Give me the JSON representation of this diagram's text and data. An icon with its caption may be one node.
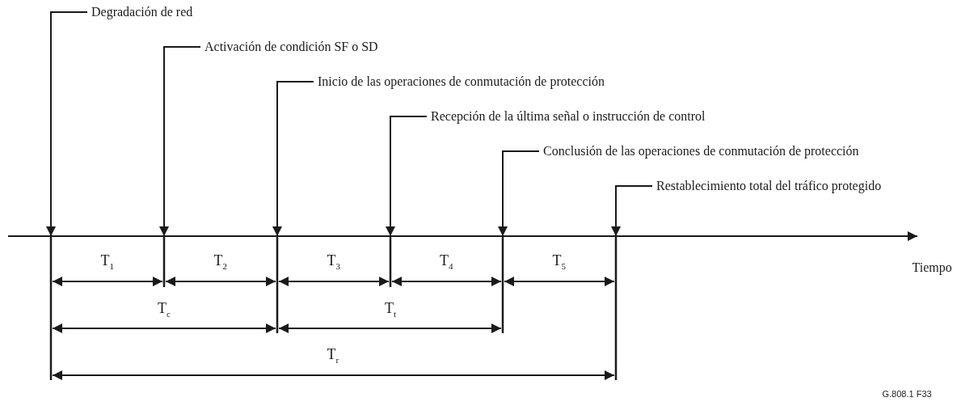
{
  "diagram": {
    "nodes": [
      {
        "text": [
          "Degradación de red"
        ]
      },
      {
        "text": [
          "Activación de condición SF o SD"
        ]
      },
      {
        "text": [
          "Inicio de las operaciones de conmutación de protección"
        ]
      },
      {
        "text": [
          "Recepción de la última señal o instrucción de control"
        ]
      },
      {
        "text": [
          "Conclusión de las operaciones de conmutación de protección"
        ]
      },
      {
        "text": [
          "Restablecimiento total del tráfico protegido"
        ]
      }
    ],
    "edges": [
      {
        "from": 0,
        "to": null,
        "arrow": "to"
      },
      {
        "from": 1,
        "to": null,
        "arrow": "to"
      },
      {
        "from": 2,
        "to": null,
        "arrow": "to"
      },
      {
        "from": 3,
        "to": null,
        "arrow": "to"
      },
      {
        "from": 4,
        "to": null,
        "arrow": "to"
      },
      {
        "from": 5,
        "to": null,
        "arrow": "to"
      }
    ],
    "labels": [
      "T$_{1}$",
      "T$_{2}$",
      "T$_{3}$",
      "T$_{4}$",
      "T$_{5}$",
      "Tiempo",
      "T$_{c}$",
      "T$_{t}$",
      "T$_{r}$",
      "G.808.1 F33"
    ]
  }
}
